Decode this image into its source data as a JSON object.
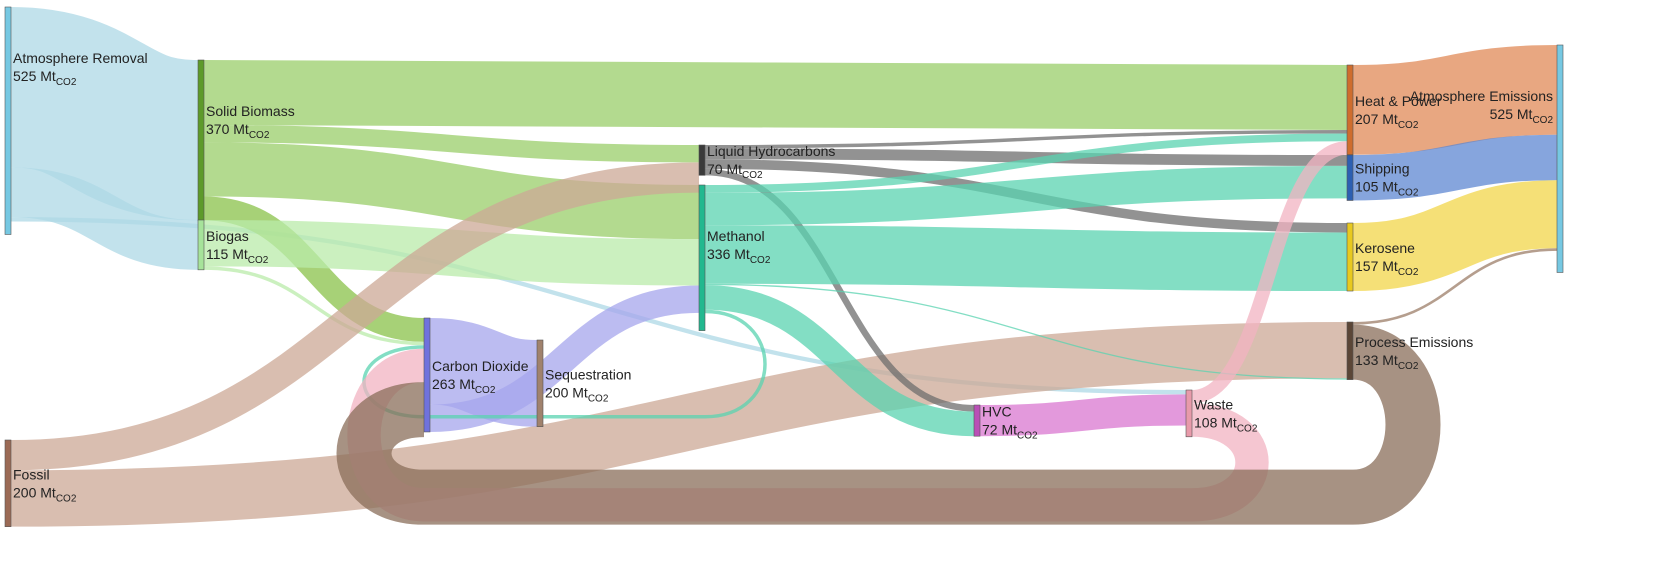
{
  "chart_data": {
    "type": "sankey",
    "unit": "Mt",
    "unit_sub": "CO2",
    "nodes": [
      {
        "id": "atm_removal",
        "label": "Atmosphere Removal",
        "value": 525,
        "color": "#76c8e2"
      },
      {
        "id": "fossil",
        "label": "Fossil",
        "value": 200,
        "color": "#9b6a55"
      },
      {
        "id": "solid_biomass",
        "label": "Solid Biomass",
        "value": 370,
        "color": "#5d9a2a"
      },
      {
        "id": "biogas",
        "label": "Biogas",
        "value": 115,
        "color": "#a6e39a"
      },
      {
        "id": "co2",
        "label": "Carbon Dioxide",
        "value": 263,
        "color": "#6f72dd"
      },
      {
        "id": "sequestration",
        "label": "Sequestration",
        "value": 200,
        "color": "#a0826d"
      },
      {
        "id": "liquid_hc",
        "label": "Liquid Hydrocarbons",
        "value": 70,
        "color": "#3a3a3a"
      },
      {
        "id": "methanol",
        "label": "Methanol",
        "value": 336,
        "color": "#22b88f"
      },
      {
        "id": "hvc",
        "label": "HVC",
        "value": 72,
        "color": "#b94fb6"
      },
      {
        "id": "waste",
        "label": "Waste",
        "value": 108,
        "color": "#e89aaa"
      },
      {
        "id": "heat_power",
        "label": "Heat & Power",
        "value": 207,
        "color": "#cf6d2d"
      },
      {
        "id": "shipping",
        "label": "Shipping",
        "value": 105,
        "color": "#2c5fb2"
      },
      {
        "id": "kerosene",
        "label": "Kerosene",
        "value": 157,
        "color": "#e8c91f"
      },
      {
        "id": "process_emissions",
        "label": "Process Emissions",
        "value": 133,
        "color": "#5b4637"
      },
      {
        "id": "atm_emissions",
        "label": "Atmosphere Emissions",
        "value": 525,
        "color": "#76c8e2"
      }
    ],
    "links": [
      {
        "source": "atm_removal",
        "target": "solid_biomass",
        "value": 370,
        "color": "#add8e6"
      },
      {
        "source": "atm_removal",
        "target": "biogas",
        "value": 115,
        "color": "#add8e6"
      },
      {
        "source": "atm_removal",
        "target": "waste",
        "value": 10,
        "color": "#add8e6"
      },
      {
        "source": "solid_biomass",
        "target": "heat_power",
        "value": 150,
        "color": "#9acd6a"
      },
      {
        "source": "solid_biomass",
        "target": "liquid_hc",
        "value": 40,
        "color": "#9acd6a"
      },
      {
        "source": "solid_biomass",
        "target": "methanol",
        "value": 125,
        "color": "#9acd6a"
      },
      {
        "source": "solid_biomass",
        "target": "co2",
        "value": 55,
        "color": "#8ac24a"
      },
      {
        "source": "biogas",
        "target": "methanol",
        "value": 107,
        "color": "#b9ebaa"
      },
      {
        "source": "biogas",
        "target": "co2",
        "value": 8,
        "color": "#b9ebaa"
      },
      {
        "source": "fossil",
        "target": "liquid_hc",
        "value": 70,
        "color": "#cca896"
      },
      {
        "source": "fossil",
        "target": "process_emissions",
        "value": 130,
        "color": "#cca896"
      },
      {
        "source": "co2",
        "target": "sequestration",
        "value": 200,
        "color": "#a5a6ec"
      },
      {
        "source": "co2",
        "target": "methanol",
        "value": 63,
        "color": "#a5a6ec"
      },
      {
        "source": "liquid_hc",
        "target": "heat_power",
        "value": 8,
        "color": "#6e6e6e"
      },
      {
        "source": "liquid_hc",
        "target": "shipping",
        "value": 25,
        "color": "#6e6e6e"
      },
      {
        "source": "liquid_hc",
        "target": "kerosene",
        "value": 22,
        "color": "#6e6e6e"
      },
      {
        "source": "liquid_hc",
        "target": "hvc",
        "value": 15,
        "color": "#6e6e6e"
      },
      {
        "source": "methanol",
        "target": "heat_power",
        "value": 18,
        "color": "#5ad3b0"
      },
      {
        "source": "methanol",
        "target": "shipping",
        "value": 75,
        "color": "#5ad3b0"
      },
      {
        "source": "methanol",
        "target": "kerosene",
        "value": 135,
        "color": "#5ad3b0"
      },
      {
        "source": "methanol",
        "target": "process_emissions",
        "value": 3,
        "color": "#5ad3b0"
      },
      {
        "source": "methanol",
        "target": "hvc",
        "value": 57,
        "color": "#5ad3b0"
      },
      {
        "source": "methanol",
        "target": "co2",
        "value": 8,
        "color": "#5ad3b0"
      },
      {
        "source": "hvc",
        "target": "waste",
        "value": 72,
        "color": "#d977d0"
      },
      {
        "source": "waste",
        "target": "heat_power",
        "value": 31,
        "color": "#f1b3c1"
      },
      {
        "source": "waste",
        "target": "co2",
        "value": 77,
        "color": "#f1b3c1"
      },
      {
        "source": "heat_power",
        "target": "atm_emissions",
        "value": 207,
        "color": "#e08a57"
      },
      {
        "source": "shipping",
        "target": "atm_emissions",
        "value": 105,
        "color": "#5d87d2"
      },
      {
        "source": "kerosene",
        "target": "atm_emissions",
        "value": 157,
        "color": "#f2d64a"
      },
      {
        "source": "process_emissions",
        "target": "atm_emissions",
        "value": 6,
        "color": "#9c7d68"
      },
      {
        "source": "process_emissions",
        "target": "co2",
        "value": 127,
        "color": "#8a6e5a"
      }
    ]
  }
}
